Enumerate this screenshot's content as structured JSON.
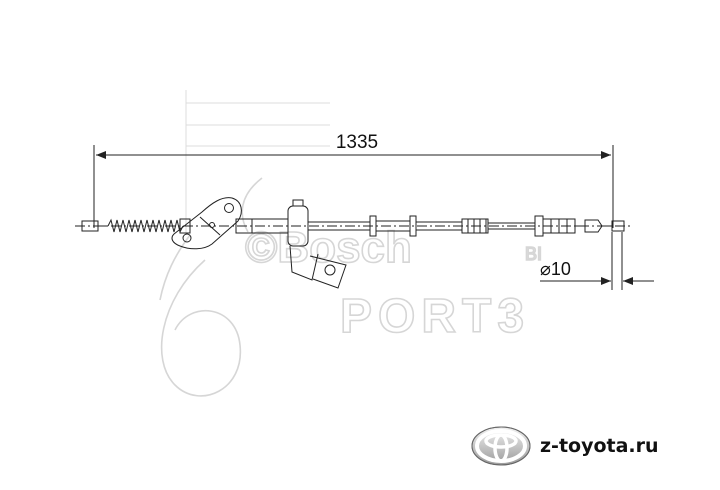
{
  "dimensions": {
    "length": "1335",
    "diameter": "⌀10"
  },
  "watermark": {
    "brand": "©Bosch",
    "store": "PORT3",
    "tag": "BI"
  },
  "footer": {
    "site": "z-toyota.ru",
    "logo_icon": "toyota-logo-icon"
  },
  "colors": {
    "line": "#222222",
    "watermark": "#d6d6d6",
    "text": "#111111"
  }
}
